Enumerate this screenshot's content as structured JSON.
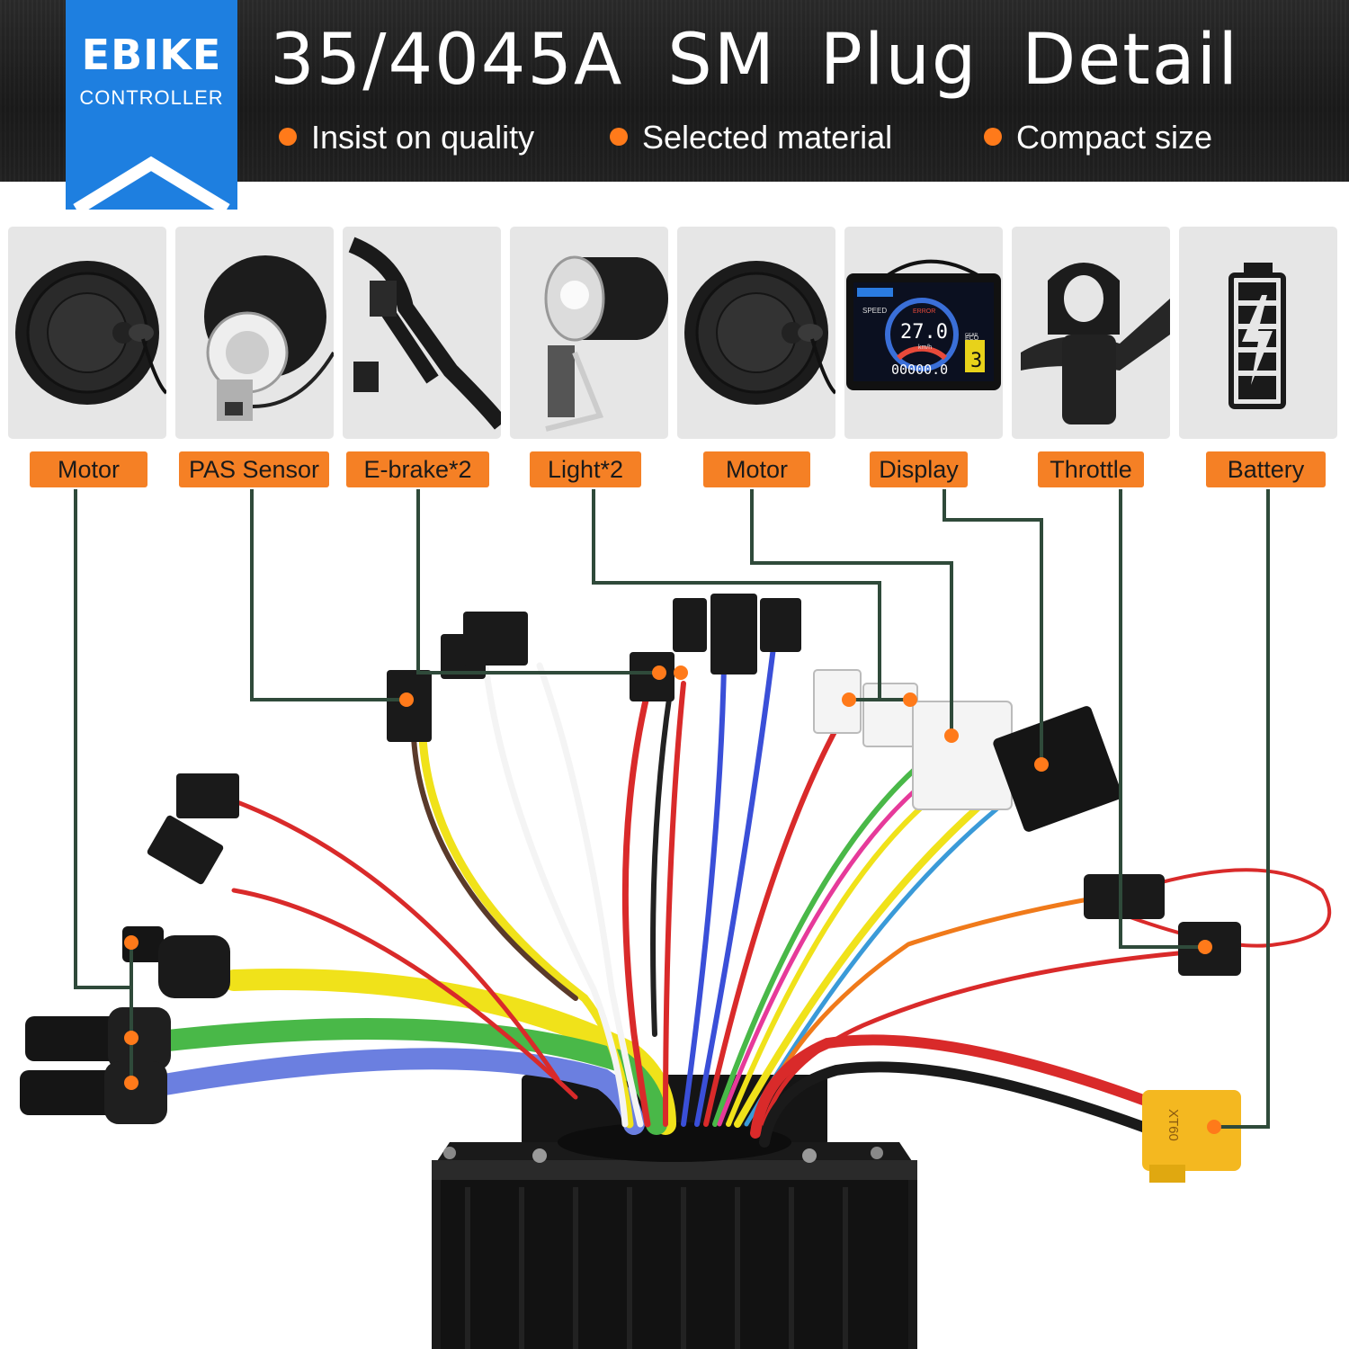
{
  "header": {
    "brand_name": "EBIKE",
    "brand_sub": "CONTROLLER",
    "title": "35/4045A  SM  Plug  Detail",
    "bullets": [
      "Insist on quality",
      "Selected material",
      "Compact size"
    ]
  },
  "components": [
    {
      "label": "Motor",
      "icon": "hub-motor-icon"
    },
    {
      "label": "PAS Sensor",
      "icon": "pas-sensor-icon"
    },
    {
      "label": "E-brake*2",
      "icon": "brake-lever-icon"
    },
    {
      "label": "Light*2",
      "icon": "headlight-icon"
    },
    {
      "label": "Motor",
      "icon": "hub-motor-icon"
    },
    {
      "label": "Display",
      "icon": "lcd-display-icon"
    },
    {
      "label": "Throttle",
      "icon": "thumb-throttle-icon"
    },
    {
      "label": "Battery",
      "icon": "battery-icon"
    }
  ],
  "display_screen": {
    "speed_label": "SPEED",
    "error_label": "ERROR",
    "speed": "27.0",
    "unit": "km/h",
    "odometer": "00000.0",
    "gear_label": "GEAR",
    "gear": "3",
    "eco_label": "ECO"
  },
  "connector_mark": "XT60",
  "colors": {
    "accent": "#f58025",
    "brand": "#1e7fe0",
    "leader_line": "#2f4a3a",
    "connector_dot": "#ff7a1a"
  }
}
